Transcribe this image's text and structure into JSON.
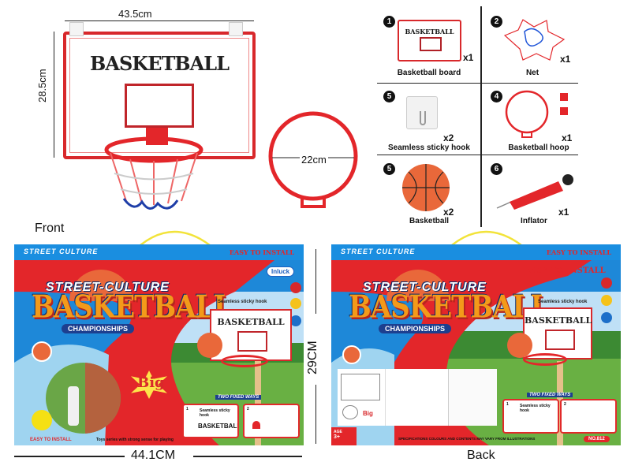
{
  "dimensions": {
    "board_width": "43.5cm",
    "board_height": "28.5cm",
    "hoop_diameter": "22cm",
    "box_height": "29CM",
    "box_width": "44.1CM"
  },
  "parts": [
    {
      "number": "1",
      "label": "Basketball board",
      "quantity": "x1"
    },
    {
      "number": "2",
      "label": "Net",
      "quantity": "x1"
    },
    {
      "number": "5",
      "label": "Seamless sticky hook",
      "quantity": "x2"
    },
    {
      "number": "4",
      "label": "Basketball hoop",
      "quantity": "x1"
    },
    {
      "number": "5",
      "label": "Basketball",
      "quantity": "x2"
    },
    {
      "number": "6",
      "label": "Inflator",
      "quantity": "x1"
    }
  ],
  "board_logo": "BASKETBALL",
  "front": {
    "caption": "Front",
    "strip_left": "STREET CULTURE",
    "strip_right": "EASY TO INSTALL",
    "brand": "Inluck",
    "logo_top": "STREET-CULTURE",
    "logo_main": "BASKETBALL",
    "logo_sub": "CHAMPIONSHIPS",
    "hook_label": "Seamless sticky hook",
    "big_badge": "Big",
    "fixed_ways": "TWO FIXED WAYS",
    "inset1_num": "1",
    "inset1_label": "Seamless sticky hook",
    "inset2_num": "2",
    "easy_install": "EASY TO INSTALL",
    "tagline": "Toys series with strong sense for playing"
  },
  "back": {
    "caption": "Back",
    "strip_left": "STREET CULTURE",
    "strip_right": "EASY TO INSTALL",
    "easy_install": "EASY TO INSTALL",
    "logo_top": "STREET-CULTURE",
    "logo_main": "BASKETBALL",
    "logo_sub": "CHAMPIONSHIPS",
    "hook_label": "Seamless sticky hook",
    "big_badge": "Big",
    "fixed_ways": "TWO FIXED WAYS",
    "inset1_num": "1",
    "inset1_label": "Seamless sticky hook",
    "inset2_num": "2",
    "age_label": "AGE",
    "age_value": "3+",
    "disclaimer": "SPECIFICATIONS COLOURS AND CONTENTS MAY VARY FROM ILLUSTRATIONS",
    "model_no": "NO.812"
  },
  "colors": {
    "red": "#e3262a",
    "blue": "#1e88d8",
    "orange": "#f39a1a",
    "grass": "#5aa43a"
  }
}
